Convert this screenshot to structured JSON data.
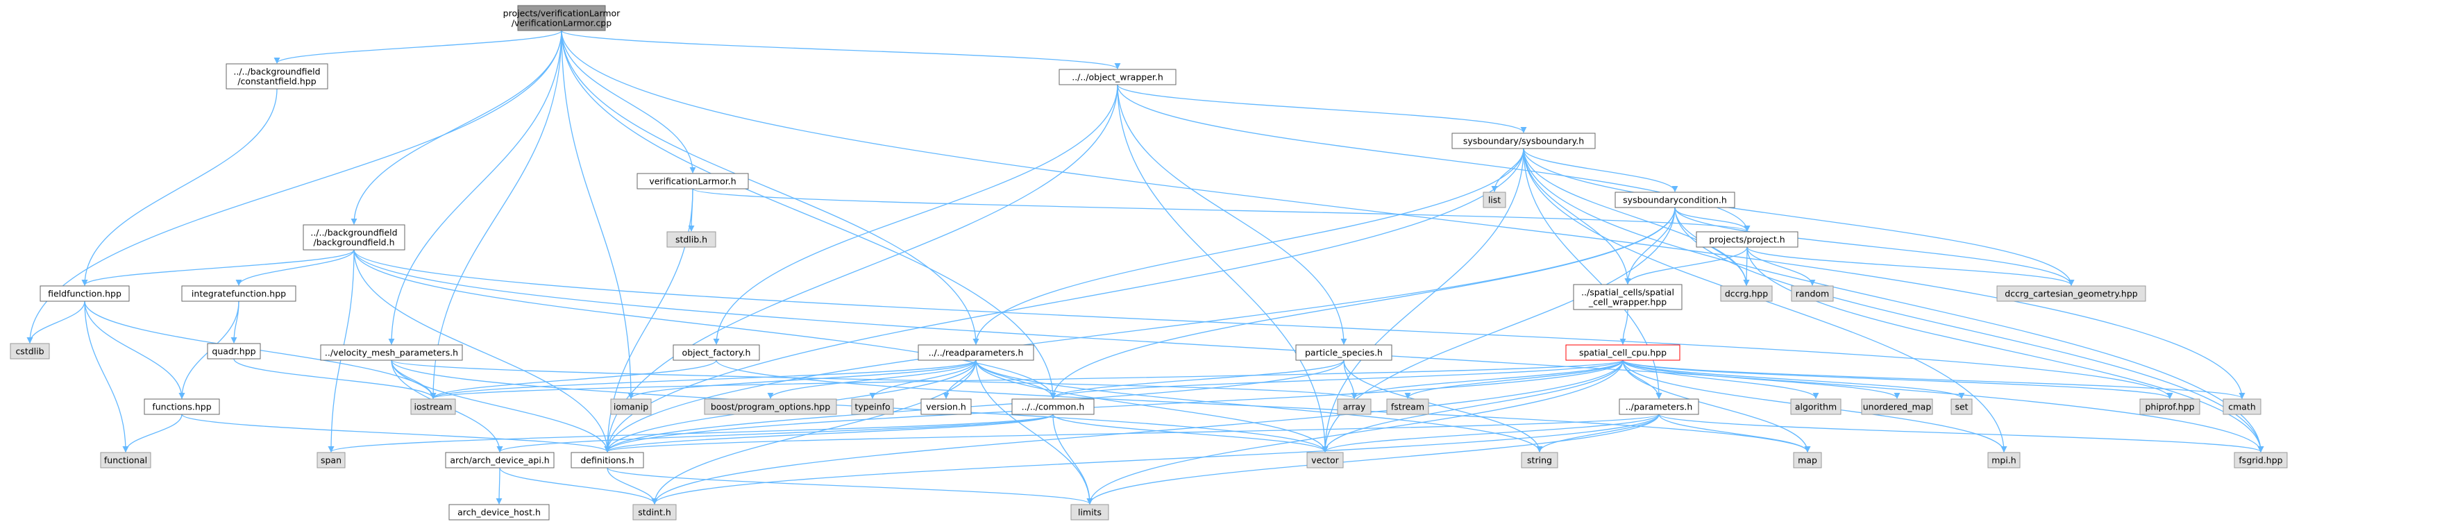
{
  "graph": {
    "colors": {
      "edge": "#63b8ff",
      "node_border": "#666666",
      "node_gray_fill": "#e0e0e0",
      "root_fill": "#999999",
      "highlight_border": "#ff0000"
    },
    "nodes": [
      {
        "id": "root",
        "lines": [
          "projects/verificationLarmor",
          "/verificationLarmor.cpp"
        ],
        "style": "root"
      },
      {
        "id": "constantfield",
        "lines": [
          "../../backgroundfield",
          "/constantfield.hpp"
        ],
        "style": "white"
      },
      {
        "id": "object_wrapper",
        "lines": [
          "../../object_wrapper.h"
        ],
        "style": "white"
      },
      {
        "id": "sysboundary",
        "lines": [
          "sysboundary/sysboundary.h"
        ],
        "style": "white"
      },
      {
        "id": "list",
        "lines": [
          "list"
        ],
        "style": "gray"
      },
      {
        "id": "sysboundarycondition",
        "lines": [
          "sysboundarycondition.h"
        ],
        "style": "white"
      },
      {
        "id": "verificationLarmor_h",
        "lines": [
          "verificationLarmor.h"
        ],
        "style": "white"
      },
      {
        "id": "stdlib",
        "lines": [
          "stdlib.h"
        ],
        "style": "gray"
      },
      {
        "id": "backgroundfield",
        "lines": [
          "../../backgroundfield",
          "/backgroundfield.h"
        ],
        "style": "white"
      },
      {
        "id": "project",
        "lines": [
          "projects/project.h"
        ],
        "style": "white"
      },
      {
        "id": "fieldfunction",
        "lines": [
          "fieldfunction.hpp"
        ],
        "style": "white"
      },
      {
        "id": "integratefunction",
        "lines": [
          "integratefunction.hpp"
        ],
        "style": "white"
      },
      {
        "id": "cstdlib",
        "lines": [
          "cstdlib"
        ],
        "style": "gray"
      },
      {
        "id": "spatial_cell_wrapper",
        "lines": [
          "../spatial_cells/spatial",
          "_cell_wrapper.hpp"
        ],
        "style": "white"
      },
      {
        "id": "dccrg",
        "lines": [
          "dccrg.hpp"
        ],
        "style": "gray"
      },
      {
        "id": "random",
        "lines": [
          "random"
        ],
        "style": "gray"
      },
      {
        "id": "dccrg_cart",
        "lines": [
          "dccrg_cartesian_geometry.hpp"
        ],
        "style": "gray"
      },
      {
        "id": "quadr",
        "lines": [
          "quadr.hpp"
        ],
        "style": "white"
      },
      {
        "id": "object_factory",
        "lines": [
          "object_factory.h"
        ],
        "style": "white"
      },
      {
        "id": "readparameters",
        "lines": [
          "../../readparameters.h"
        ],
        "style": "white"
      },
      {
        "id": "particle_species",
        "lines": [
          "particle_species.h"
        ],
        "style": "white"
      },
      {
        "id": "spatial_cell_cpu",
        "lines": [
          "spatial_cell_cpu.hpp"
        ],
        "style": "red"
      },
      {
        "id": "velocity_mesh_parameters",
        "lines": [
          "../velocity_mesh_parameters.h"
        ],
        "style": "white"
      },
      {
        "id": "functions",
        "lines": [
          "functions.hpp"
        ],
        "style": "white"
      },
      {
        "id": "iostream",
        "lines": [
          "iostream"
        ],
        "style": "gray"
      },
      {
        "id": "iomanip",
        "lines": [
          "iomanip"
        ],
        "style": "gray"
      },
      {
        "id": "boost_po",
        "lines": [
          "boost/program_options.hpp"
        ],
        "style": "gray"
      },
      {
        "id": "typeinfo",
        "lines": [
          "typeinfo"
        ],
        "style": "gray"
      },
      {
        "id": "version",
        "lines": [
          "version.h"
        ],
        "style": "white"
      },
      {
        "id": "common",
        "lines": [
          "../../common.h"
        ],
        "style": "white"
      },
      {
        "id": "array",
        "lines": [
          "array"
        ],
        "style": "gray"
      },
      {
        "id": "fstream",
        "lines": [
          "fstream"
        ],
        "style": "gray"
      },
      {
        "id": "parameters",
        "lines": [
          "../parameters.h"
        ],
        "style": "white"
      },
      {
        "id": "algorithm",
        "lines": [
          "algorithm"
        ],
        "style": "gray"
      },
      {
        "id": "unordered_map",
        "lines": [
          "unordered_map"
        ],
        "style": "gray"
      },
      {
        "id": "set",
        "lines": [
          "set"
        ],
        "style": "gray"
      },
      {
        "id": "phiprof",
        "lines": [
          "phiprof.hpp"
        ],
        "style": "gray"
      },
      {
        "id": "cmath",
        "lines": [
          "cmath"
        ],
        "style": "gray"
      },
      {
        "id": "functional",
        "lines": [
          "functional"
        ],
        "style": "gray"
      },
      {
        "id": "span",
        "lines": [
          "span"
        ],
        "style": "gray"
      },
      {
        "id": "arch_device_api",
        "lines": [
          "arch/arch_device_api.h"
        ],
        "style": "white"
      },
      {
        "id": "definitions",
        "lines": [
          "definitions.h"
        ],
        "style": "white"
      },
      {
        "id": "vector",
        "lines": [
          "vector"
        ],
        "style": "gray"
      },
      {
        "id": "string",
        "lines": [
          "string"
        ],
        "style": "gray"
      },
      {
        "id": "map",
        "lines": [
          "map"
        ],
        "style": "gray"
      },
      {
        "id": "mpi",
        "lines": [
          "mpi.h"
        ],
        "style": "gray"
      },
      {
        "id": "fsgrid",
        "lines": [
          "fsgrid.hpp"
        ],
        "style": "gray"
      },
      {
        "id": "arch_device_host",
        "lines": [
          "arch_device_host.h"
        ],
        "style": "white"
      },
      {
        "id": "stdint",
        "lines": [
          "stdint.h"
        ],
        "style": "gray"
      },
      {
        "id": "limits",
        "lines": [
          "limits"
        ],
        "style": "gray"
      }
    ],
    "edges": [
      [
        "root",
        "constantfield"
      ],
      [
        "root",
        "object_wrapper"
      ],
      [
        "root",
        "cstdlib"
      ],
      [
        "root",
        "backgroundfield"
      ],
      [
        "root",
        "velocity_mesh_parameters"
      ],
      [
        "root",
        "iostream"
      ],
      [
        "root",
        "iomanip"
      ],
      [
        "root",
        "verificationLarmor_h"
      ],
      [
        "root",
        "readparameters"
      ],
      [
        "root",
        "common"
      ],
      [
        "root",
        "cmath"
      ],
      [
        "constantfield",
        "fieldfunction"
      ],
      [
        "fieldfunction",
        "cstdlib"
      ],
      [
        "fieldfunction",
        "functional"
      ],
      [
        "fieldfunction",
        "functions"
      ],
      [
        "fieldfunction",
        "iostream"
      ],
      [
        "backgroundfield",
        "fieldfunction"
      ],
      [
        "backgroundfield",
        "integratefunction"
      ],
      [
        "backgroundfield",
        "span"
      ],
      [
        "backgroundfield",
        "definitions"
      ],
      [
        "backgroundfield",
        "common"
      ],
      [
        "backgroundfield",
        "phiprof"
      ],
      [
        "backgroundfield",
        "fsgrid"
      ],
      [
        "integratefunction",
        "quadr"
      ],
      [
        "integratefunction",
        "functions"
      ],
      [
        "quadr",
        "iostream"
      ],
      [
        "functions",
        "functional"
      ],
      [
        "functions",
        "definitions"
      ],
      [
        "velocity_mesh_parameters",
        "iostream"
      ],
      [
        "velocity_mesh_parameters",
        "array"
      ],
      [
        "velocity_mesh_parameters",
        "vector"
      ],
      [
        "velocity_mesh_parameters",
        "definitions"
      ],
      [
        "velocity_mesh_parameters",
        "arch_device_api"
      ],
      [
        "verificationLarmor_h",
        "stdlib"
      ],
      [
        "verificationLarmor_h",
        "project"
      ],
      [
        "verificationLarmor_h",
        "definitions"
      ],
      [
        "object_wrapper",
        "object_factory"
      ],
      [
        "object_wrapper",
        "sysboundary"
      ],
      [
        "object_wrapper",
        "particle_species"
      ],
      [
        "object_wrapper",
        "vector"
      ],
      [
        "object_wrapper",
        "project"
      ],
      [
        "object_wrapper",
        "definitions"
      ],
      [
        "object_factory",
        "iostream"
      ],
      [
        "object_factory",
        "map"
      ],
      [
        "sysboundary",
        "list"
      ],
      [
        "sysboundary",
        "sysboundarycondition"
      ],
      [
        "sysboundary",
        "readparameters"
      ],
      [
        "sysboundary",
        "spatial_cell_wrapper"
      ],
      [
        "sysboundary",
        "dccrg"
      ],
      [
        "sysboundary",
        "dccrg_cart"
      ],
      [
        "sysboundary",
        "parameters"
      ],
      [
        "sysboundary",
        "vector"
      ],
      [
        "sysboundary",
        "definitions"
      ],
      [
        "sysboundary",
        "mpi"
      ],
      [
        "sysboundary",
        "fsgrid"
      ],
      [
        "sysboundarycondition",
        "project"
      ],
      [
        "sysboundarycondition",
        "spatial_cell_wrapper"
      ],
      [
        "sysboundarycondition",
        "dccrg"
      ],
      [
        "sysboundarycondition",
        "dccrg_cart"
      ],
      [
        "sysboundarycondition",
        "common"
      ],
      [
        "sysboundarycondition",
        "definitions"
      ],
      [
        "sysboundarycondition",
        "vector"
      ],
      [
        "sysboundarycondition",
        "fsgrid"
      ],
      [
        "project",
        "spatial_cell_wrapper"
      ],
      [
        "project",
        "dccrg"
      ],
      [
        "project",
        "random"
      ],
      [
        "project",
        "dccrg_cart"
      ],
      [
        "project",
        "fsgrid"
      ],
      [
        "spatial_cell_wrapper",
        "spatial_cell_cpu"
      ],
      [
        "readparameters",
        "iostream"
      ],
      [
        "readparameters",
        "iomanip"
      ],
      [
        "readparameters",
        "boost_po"
      ],
      [
        "readparameters",
        "typeinfo"
      ],
      [
        "readparameters",
        "version"
      ],
      [
        "readparameters",
        "common"
      ],
      [
        "readparameters",
        "vector"
      ],
      [
        "readparameters",
        "string"
      ],
      [
        "readparameters",
        "limits"
      ],
      [
        "readparameters",
        "stdint"
      ],
      [
        "readparameters",
        "definitions"
      ],
      [
        "particle_species",
        "array"
      ],
      [
        "particle_species",
        "string"
      ],
      [
        "particle_species",
        "definitions"
      ],
      [
        "particle_species",
        "common"
      ],
      [
        "common",
        "span"
      ],
      [
        "common",
        "vector"
      ],
      [
        "common",
        "definitions"
      ],
      [
        "common",
        "limits"
      ],
      [
        "common",
        "arch_device_api"
      ],
      [
        "spatial_cell_cpu",
        "iostream"
      ],
      [
        "spatial_cell_cpu",
        "array"
      ],
      [
        "spatial_cell_cpu",
        "fstream"
      ],
      [
        "spatial_cell_cpu",
        "common"
      ],
      [
        "spatial_cell_cpu",
        "parameters"
      ],
      [
        "spatial_cell_cpu",
        "algorithm"
      ],
      [
        "spatial_cell_cpu",
        "unordered_map"
      ],
      [
        "spatial_cell_cpu",
        "set"
      ],
      [
        "spatial_cell_cpu",
        "phiprof"
      ],
      [
        "spatial_cell_cpu",
        "cmath"
      ],
      [
        "spatial_cell_cpu",
        "vector"
      ],
      [
        "spatial_cell_cpu",
        "map"
      ],
      [
        "spatial_cell_cpu",
        "mpi"
      ],
      [
        "spatial_cell_cpu",
        "limits"
      ],
      [
        "spatial_cell_cpu",
        "stdint"
      ],
      [
        "spatial_cell_cpu",
        "definitions"
      ],
      [
        "parameters",
        "vector"
      ],
      [
        "parameters",
        "string"
      ],
      [
        "parameters",
        "map"
      ],
      [
        "parameters",
        "limits"
      ],
      [
        "parameters",
        "stdint"
      ],
      [
        "parameters",
        "definitions"
      ],
      [
        "parameters",
        "fsgrid"
      ],
      [
        "arch_device_api",
        "arch_device_host"
      ],
      [
        "arch_device_api",
        "stdint"
      ],
      [
        "definitions",
        "stdint"
      ],
      [
        "definitions",
        "limits"
      ]
    ]
  }
}
